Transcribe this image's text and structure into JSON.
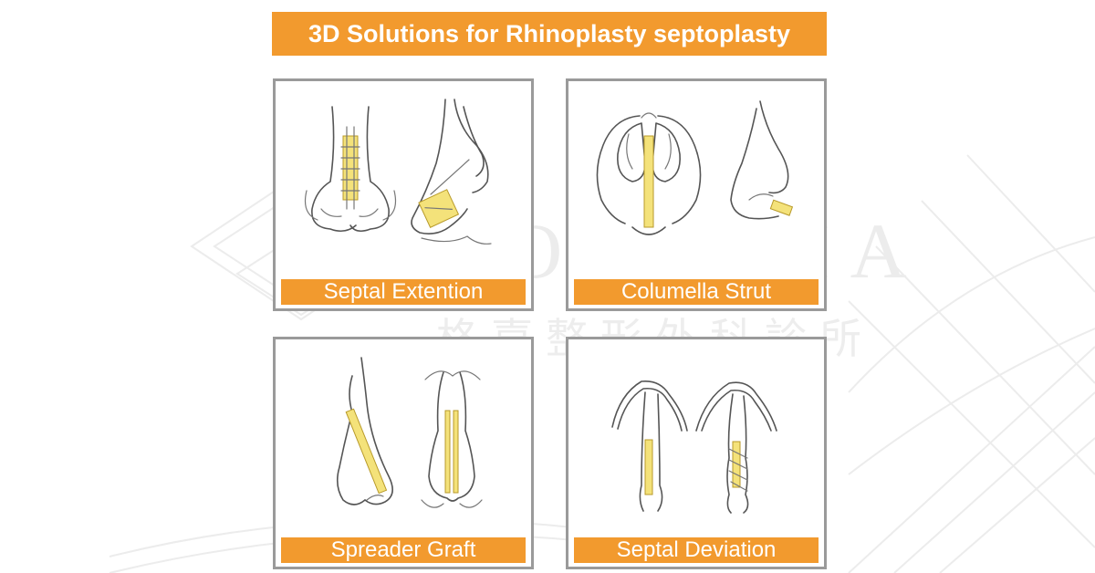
{
  "title": "3D Solutions for Rhinoplasty septoplasty",
  "watermark": {
    "latin": "GORCHIA",
    "cjk": "格嘉整形外科診所"
  },
  "panels": [
    {
      "caption": "Septal Extention"
    },
    {
      "caption": "Columella Strut"
    },
    {
      "caption": "Spreader Graft"
    },
    {
      "caption": "Septal Deviation"
    }
  ],
  "colors": {
    "accent": "#f29a2e",
    "panel_border": "#9a9a9a",
    "graft": "#f4e27a"
  }
}
